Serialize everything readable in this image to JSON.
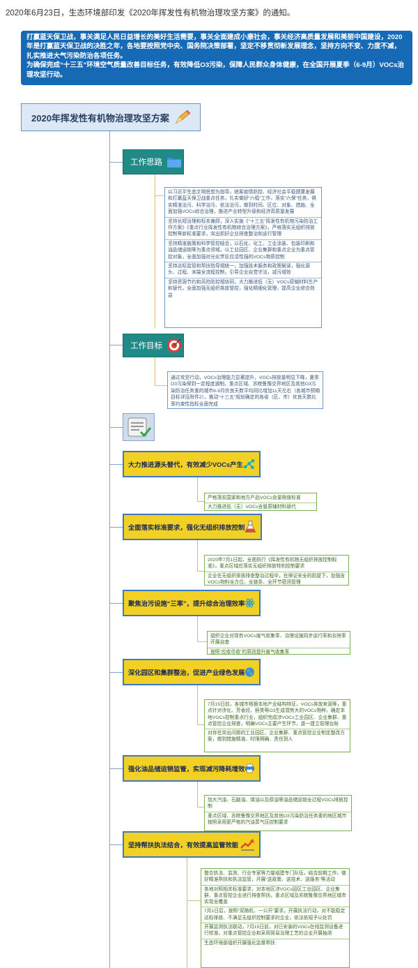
{
  "intro_text": "2020年6月23日，生态环境部印发《2020年挥发性有机物治理攻坚方案》的通知。",
  "banner": {
    "p1": "打赢蓝天保卫战，事关满足人民日益增长的美好生活需要，事关全面建成小康社会，事关经济高质量发展和美丽中国建设，2020年是打赢蓝天保卫战的决胜之年，各地要按照党中央、国务院决策部署，坚定不移贯彻新发展理念，坚持方向不变、力度不减，扎实推进大气污染防治各项任务。",
    "p2": "为确保完成“十三五”环境空气质量改善目标任务，有效降低O3污染，保障人民群众身体健康，在全国开展夏季（6-9月）VOCs治理攻坚行动。"
  },
  "root": {
    "title": "2020年挥发性有机物治理攻坚方案",
    "icon": "pencil-icon"
  },
  "branch1": {
    "label": "工作思路",
    "icon": "folder-icon",
    "items": [
      "以习近平生态文明思想为指导，统筹疫情防控、经济社会平稳健康发展和打赢蓝天保卫战重点任务，扎实做好“六稳”工作，落实“六保”任务，俱实精准治污、科学治污、依法治污，做到时间、区位、对象、措施、全面加强VOCs综合治理，推进产业转型升级和经济高质量发展",
      "坚持长短治理和标本兼顾，深入实施《“十三五”挥发性有机物污染防治工作方案》《重点行业挥发性有机物综合治理方案》，严格落实无组织排放控制等新标准要求，突出抓好企业排查整治和运行管理",
      "坚持精准施策和科学管控结合，以石化、化工、工业涂装、包装印刷和油品储运销等为重点领域，以工业园区、企业集群和重点企业为重点管控对象，全面加强对光化学反应活性强的VOCs物质控制",
      "坚持达标监管和帮扶指导相统一，加强技术服务和政策解读，强化源头、过程、末端全流程控制，引导企业自觉守法，减污增效",
      "坚持资源节约和风险防控相协同，大力推进低（无）VOCs原辅材料生产和替代，全面加强无组织排放管控，强化精细化管理，提高企业综合效益"
    ]
  },
  "branch2": {
    "label": "工作目标",
    "icon": "target-icon",
    "text": "通过攻坚行动，VOCs治理能力显著提升，VOCs排放量明显下降，夏季O3污染得到一定程度遏制，重点区域、苏皖鲁豫交界地区及其他O3污染防治任务重的城市6-9月优良天数平均同比增加11天左右（各城市预期目标详见附件2），推动“十三五”规划确定的各省（区、市）优良天数比率约束性指标全面完成"
  },
  "measures_icon": "checklist-icon",
  "tasks": [
    {
      "title": "大力推进源头替代，有效减少VOCs产生",
      "icon": "molecule-icon",
      "items": [
        "严格落实国家和地方产品VOCs含量限值标准",
        "大力推进低（无）VOCs含量原辅材料替代"
      ]
    },
    {
      "title": "全面落实标准要求，强化无组织排放控制",
      "icon": "flask-icon",
      "items": [
        "2020年7月1日起，全面执行《挥发性有机物无组织排放控制标准》，重点区域应落实无组织排放特别控制要求",
        "企业在无组织排放排查整治过程中，在保证安全的前提下，加强含VOCs物料全方位、全链条、全环节密闭管理"
      ]
    },
    {
      "title": "聚焦治污设施“三率”，提升综合治理效率",
      "icon": "atom-icon",
      "items": [
        "组织企业对现有VOCs废气收集率、治理设施同步运行率和去除率开展自查",
        "按照“应收尽收”的原则提升废气收集率"
      ]
    },
    {
      "title": "深化园区和集群整治，促进产业绿色发展",
      "icon": "globe-icon",
      "items": [
        "7月15日前，各城市根据本地产业结构特征，VOCs排放来源等，重点针对涉化、芳香烃、醛类等O3生成潜势大的VOCs物种，确定本地VOCs控制重点行业，组织完成涉VOCs工业园区、企业集群、重点管控企业排查，明确VOCs主要产生环节，逐一建立管理台账",
        "对存在突出问题的工业园区、企业集群、重点管控企业制定整改方案，做到措施精准、时限明确、责任到人"
      ]
    },
    {
      "title": "强化油品储运销监管，实现减污降耗增效",
      "icon": "printer-icon",
      "items": [
        "加大汽油、石脑油、煤油以及原油等油品储运销全过程VOCs排放控制",
        "重点区域、苏皖鲁豫交界地区及其他O3污染防治任务重的地区城市按照采用更严格的汽油蒸气压控制要求"
      ]
    },
    {
      "title": "坚持帮扶执法结合，有效提高监管效能",
      "icon": "chart-trend-icon",
      "items": [
        "整合执法、监测、行业专家等力量组建专门队伍，结合前期工作，做好精准帮扶和执法监管，开展“送政策、送技术、送服务”等活动",
        "各地对照相关标准要求，对本地区涉VOCs园区工业园区、企业集群、重点管控企业进行排查帮扶，重点区域及苏皖鲁豫交界地区城市实现全覆盖",
        "7月1日后，按照“双随机、一公开”要求，开展执法行动，对不能稳定达标排放、不满足无组织控制要求的企业，依法依规予以处罚",
        "开展监测执法联动，7月15日前，对已安装的VOCs在线监测设备进行校准，对重点管控企业和采用简易治理工艺的企业开展抽测",
        "生态环境部组织开展强化监督帮扶"
      ]
    }
  ]
}
